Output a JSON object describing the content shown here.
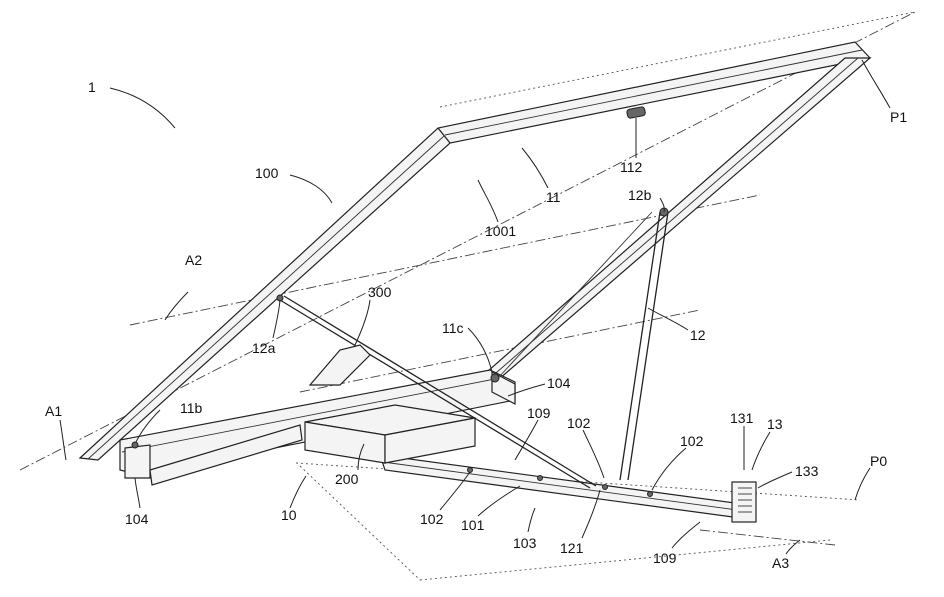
{
  "labels": {
    "l_1": "1",
    "l_100": "100",
    "l_1001": "1001",
    "l_11": "11",
    "l_112": "112",
    "l_12b": "12b",
    "l_P1": "P1",
    "l_A2": "A2",
    "l_300": "300",
    "l_11c": "11c",
    "l_12": "12",
    "l_12a": "12a",
    "l_104_top": "104",
    "l_A1": "A1",
    "l_11b": "11b",
    "l_109_top": "109",
    "l_102_top": "102",
    "l_131": "131",
    "l_13": "13",
    "l_102_right": "102",
    "l_133": "133",
    "l_P0": "P0",
    "l_104_bottom": "104",
    "l_10": "10",
    "l_200": "200",
    "l_102_bottom": "102",
    "l_101": "101",
    "l_103": "103",
    "l_121": "121",
    "l_109_bottom": "109",
    "l_A3": "A3"
  }
}
